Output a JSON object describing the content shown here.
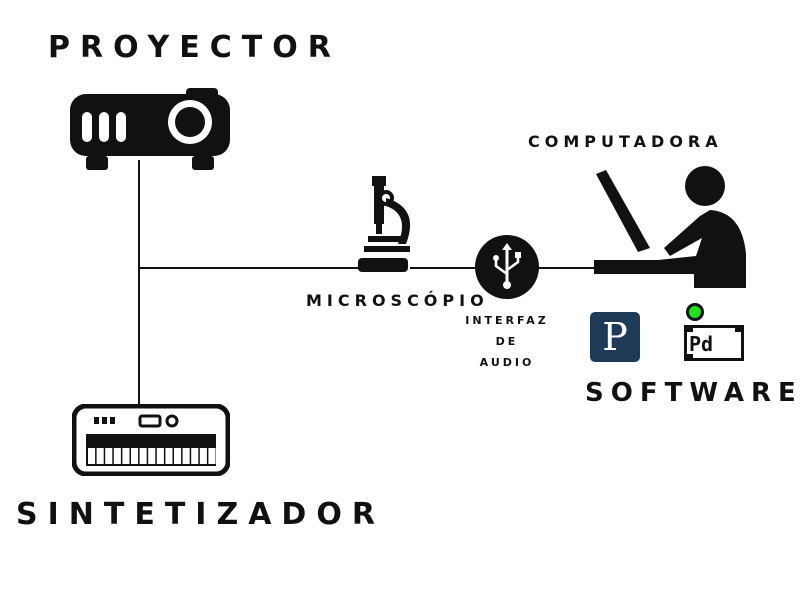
{
  "colors": {
    "ink": "#111111",
    "background": "#ffffff",
    "processing_blue": "#1f3a57",
    "pd_green": "#22dd22"
  },
  "nodes": {
    "proyector": {
      "label": "PROYECTOR",
      "icon": "projector-icon"
    },
    "sintetizador": {
      "label": "SINTETIZADOR",
      "icon": "keyboard-synth-icon"
    },
    "microscopio": {
      "label": "MICROSCÓPIO",
      "icon": "microscope-icon"
    },
    "interfaz": {
      "label_line1": "INTERFAZ",
      "label_line2": "DE",
      "label_line3": "AUDIO",
      "icon": "usb-icon"
    },
    "computadora": {
      "label": "COMPUTADORA",
      "icon": "person-at-computer-icon"
    },
    "software": {
      "label": "SOFTWARE",
      "processing_glyph": "P",
      "pd_glyph": "Pd"
    }
  }
}
